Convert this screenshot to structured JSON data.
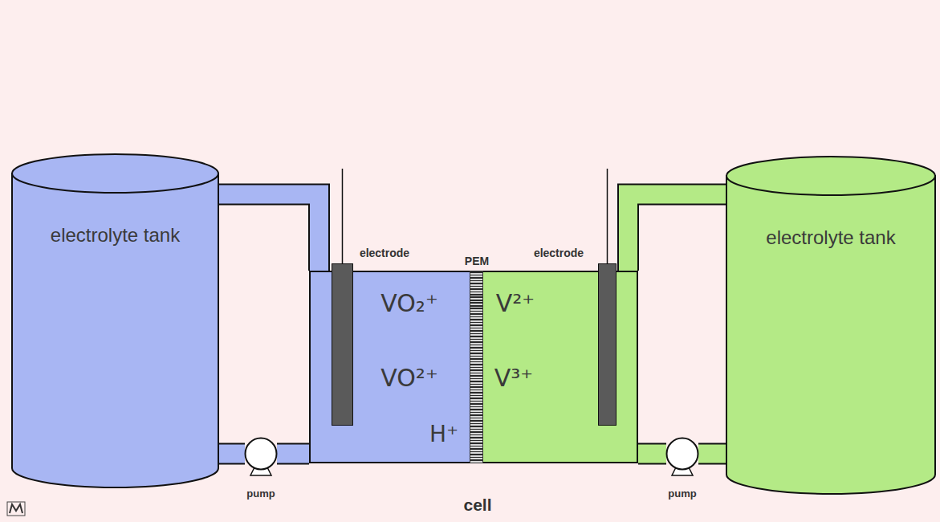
{
  "diagram": {
    "nodes": [
      {
        "text": [
          "electrolyte tank"
        ]
      },
      {
        "text": [
          "cell"
        ]
      },
      {
        "text": [
          "electrode"
        ],
        "in": 1
      },
      {
        "text": [
          "PEM"
        ],
        "in": 1
      },
      {
        "text": [
          "electrode"
        ],
        "in": 1
      },
      {
        "text": [
          "electrolyte tank"
        ]
      },
      {
        "text": [
          "pump"
        ]
      },
      {
        "text": [
          "pump"
        ]
      }
    ],
    "edges": [
      {
        "from": 0,
        "to": 1,
        "arrow": "none"
      },
      {
        "from": 1,
        "to": 6,
        "arrow": "none"
      },
      {
        "from": 6,
        "to": 0,
        "arrow": "none"
      },
      {
        "from": 5,
        "to": 1,
        "arrow": "none"
      },
      {
        "from": 1,
        "to": 7,
        "arrow": "none"
      },
      {
        "from": 7,
        "to": 5,
        "arrow": "none"
      }
    ],
    "labels": [
      "VO₂⁺",
      "VO²⁺",
      "H⁺",
      "V²⁺",
      "V³⁺"
    ]
  }
}
